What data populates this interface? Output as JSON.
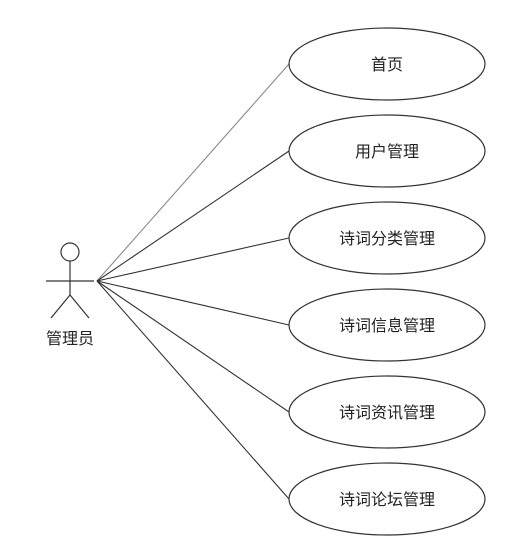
{
  "actor": {
    "label": "管理员"
  },
  "use_cases": [
    {
      "label": "首页"
    },
    {
      "label": "用户管理"
    },
    {
      "label": "诗词分类管理"
    },
    {
      "label": "诗词信息管理"
    },
    {
      "label": "诗词资讯管理"
    },
    {
      "label": "诗词论坛管理"
    }
  ],
  "colors": {
    "stroke": "#333333",
    "background": "#ffffff",
    "text": "#222222"
  }
}
